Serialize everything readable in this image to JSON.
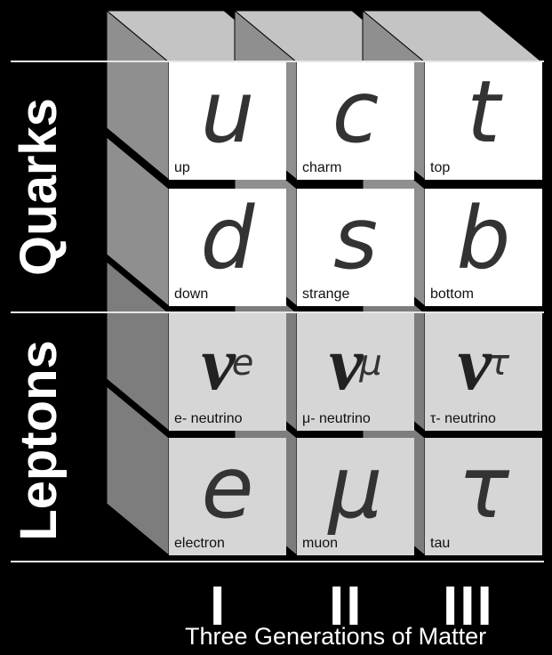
{
  "groups": {
    "quarks": "Quarks",
    "leptons": "Leptons"
  },
  "particles": [
    {
      "symbol": "u",
      "label": "up"
    },
    {
      "symbol": "c",
      "label": "charm"
    },
    {
      "symbol": "t",
      "label": "top"
    },
    {
      "symbol": "d",
      "label": "down"
    },
    {
      "symbol": "s",
      "label": "strange"
    },
    {
      "symbol": "b",
      "label": "bottom"
    },
    {
      "symbol": "ν",
      "sub": "e",
      "label": "e- neutrino"
    },
    {
      "symbol": "ν",
      "sub": "μ",
      "label": "μ- neutrino"
    },
    {
      "symbol": "ν",
      "sub": "τ",
      "label": "τ- neutrino"
    },
    {
      "symbol": "e",
      "label": "electron"
    },
    {
      "symbol": "μ",
      "label": "muon"
    },
    {
      "symbol": "τ",
      "label": "tau"
    }
  ],
  "generations": [
    "I",
    "II",
    "III"
  ],
  "footer": "Three Generations of Matter",
  "colors": {
    "background": "#000000",
    "quark_face": "#ffffff",
    "lepton_face": "#d6d6d6",
    "box_top": "#c4c4c4",
    "box_side": "#8f8f8f",
    "text": "#ffffff"
  }
}
